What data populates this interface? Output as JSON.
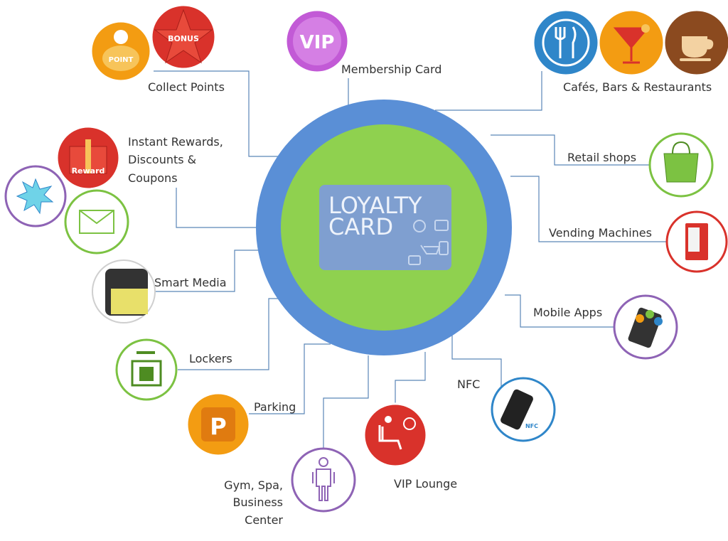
{
  "center": {
    "title_line1": "LOYALTY",
    "title_line2": "CARD",
    "outer_color": "#5a8fd6",
    "inner_color": "#8fd14f",
    "card_color": "#7f9fd0"
  },
  "items": {
    "collect_points": {
      "label": "Collect Points",
      "badge_point": "POINT",
      "badge_bonus": "BONUS"
    },
    "membership_card": {
      "label": "Membership Card",
      "badge": "VIP"
    },
    "cafes": {
      "label": "Cafés, Bars & Restaurants"
    },
    "instant_rewards": {
      "line1": "Instant Rewards,",
      "line2": "Discounts &",
      "line3": "Coupons",
      "badge": "Reward"
    },
    "retail_shops": {
      "label": "Retail shops"
    },
    "vending_machines": {
      "label": "Vending Machines"
    },
    "smart_media": {
      "label": "Smart Media"
    },
    "mobile_apps": {
      "label": "Mobile Apps"
    },
    "lockers": {
      "label": "Lockers"
    },
    "nfc": {
      "label": "NFC",
      "badge": "NFC"
    },
    "parking": {
      "label": "Parking",
      "badge": "P"
    },
    "vip_lounge": {
      "label": "VIP Lounge"
    },
    "gym": {
      "line1": "Gym, Spa,",
      "line2": "Business",
      "line3": "Center"
    }
  },
  "colors": {
    "connector": "#5b86b8",
    "orange": "#f39c12",
    "red": "#d9322b",
    "purple": "#c25ad6",
    "blue": "#2f86c9",
    "brown": "#8b4a1f",
    "green": "#7cc242",
    "violet": "#8e63b5",
    "text": "#333333"
  },
  "icons": [
    "point-bag-icon",
    "bonus-star-icon",
    "vip-icon",
    "fork-knife-icon",
    "cocktail-icon",
    "coffee-cup-icon",
    "reward-gift-icon",
    "coupon-burst-icon",
    "envelope-icon",
    "shopping-bag-icon",
    "vending-machine-icon",
    "smartphone-media-icon",
    "mobile-apps-icon",
    "locker-icon",
    "nfc-phone-icon",
    "parking-icon",
    "lounge-chair-icon",
    "person-icon"
  ]
}
